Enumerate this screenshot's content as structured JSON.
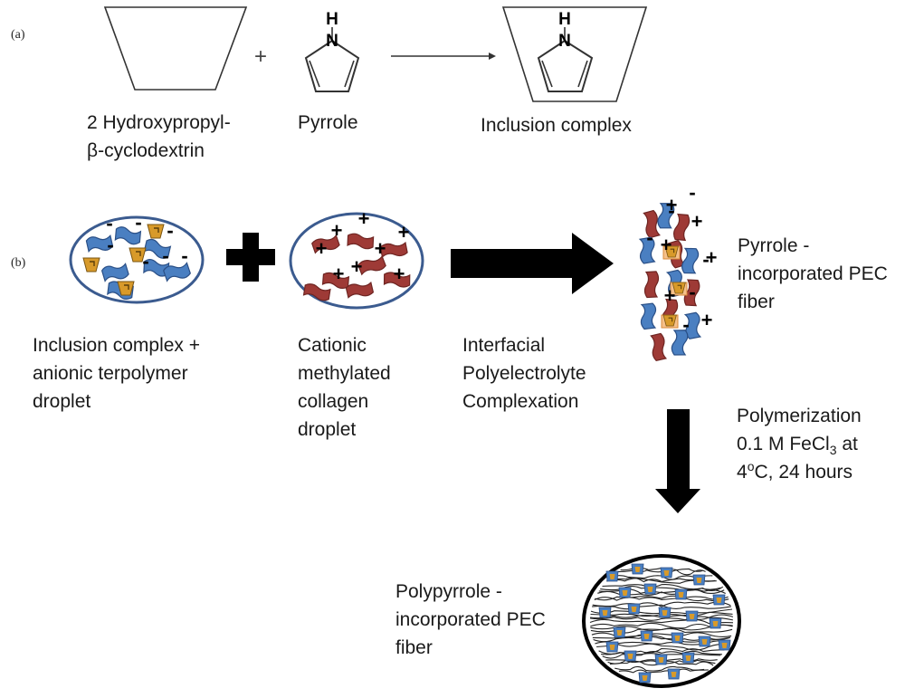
{
  "panel_a": {
    "tag": "(a)",
    "plus_sign": "+",
    "cyclodextrin_label_1": "2 Hydroxypropyl-",
    "cyclodextrin_label_2": "β-cyclodextrin",
    "pyrrole_label": "Pyrrole",
    "pyrrole_atom_h": "H",
    "pyrrole_atom_n": "N",
    "complex_label": "Inclusion complex",
    "complex_atom_h": "H",
    "complex_atom_n": "N"
  },
  "panel_b": {
    "tag": "(b)",
    "anionic_droplet_label": [
      "Inclusion complex +",
      "anionic terpolymer",
      "droplet"
    ],
    "cationic_droplet_label": [
      "Cationic",
      "methylated",
      "collagen",
      "droplet"
    ],
    "complexation_label": [
      "Interfacial",
      "Polyelectrolyte",
      "Complexation"
    ],
    "pyrrole_fiber_label": [
      "Pyrrole -",
      "incorporated PEC",
      "fiber"
    ],
    "polymerization_label": {
      "line1": "Polymerization",
      "line2_pre": "0.1 M FeCl",
      "line2_sub": "3",
      "line2_post": " at",
      "line3_pre": "4",
      "line3_sup": "o",
      "line3_post": "C, 24 hours"
    },
    "polypyrrole_fiber_label": [
      "Polypyrrole -",
      "incorporated PEC",
      "fiber"
    ],
    "charge_minus": "-",
    "charge_plus": "+"
  },
  "colors": {
    "anionic_polymer": "#4a7fc1",
    "anionic_outline": "#2a4f86",
    "cationic_polymer": "#9e3a36",
    "cationic_outline": "#6e2522",
    "inclusion_complex": "#d89a2a",
    "inclusion_highlight": "#f5c08a",
    "droplet_outline": "#3b5b8f",
    "arrow": "#000000",
    "line": "#333333"
  }
}
